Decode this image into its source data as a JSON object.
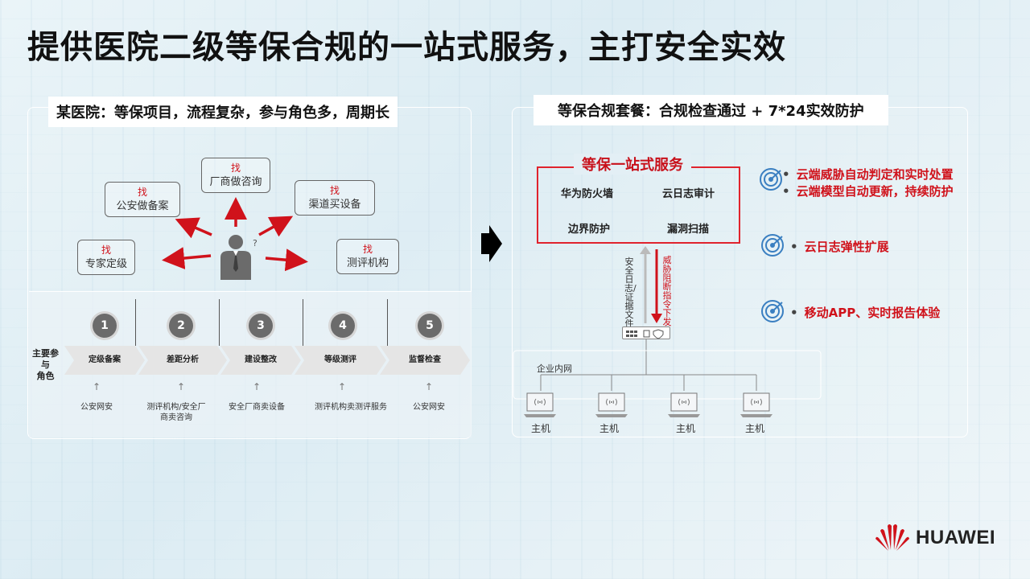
{
  "title": "提供医院二级等保合规的一站式服务，主打安全实效",
  "left": {
    "header": "某医院：等保项目，流程复杂，参与角色多，周期长",
    "find": "找",
    "bubbles": [
      "厂商做咨询",
      "公安做备案",
      "渠道买设备",
      "专家定级",
      "测评机构"
    ],
    "question": "?",
    "main_label": [
      "主要参",
      "与",
      "角色"
    ],
    "steps": [
      {
        "num": "1",
        "name": "定级备案",
        "role": "公安网安"
      },
      {
        "num": "2",
        "name": "差距分析",
        "role": "测评机构/安全厂商卖咨询"
      },
      {
        "num": "3",
        "name": "建设整改",
        "role": "安全厂商卖设备"
      },
      {
        "num": "4",
        "name": "等级测评",
        "role": "测评机构卖测评服务"
      },
      {
        "num": "5",
        "name": "监督检查",
        "role": "公安网安"
      }
    ],
    "up": "↑"
  },
  "right": {
    "header": "等保合规套餐：合规检查通过 +  7*24实效防护",
    "box_title": "等保一站式服务",
    "services": [
      "华为防火墙",
      "云日志审计",
      "边界防护",
      "漏洞扫描"
    ],
    "flow_up": "安全日志/证据文件",
    "flow_down": "威胁阻断指令下发",
    "features": [
      [
        "云端威胁自动判定和实时处置",
        "云端模型自动更新，持续防护"
      ],
      [
        "云日志弹性扩展"
      ],
      [
        "移动APP、实时报告体验"
      ]
    ],
    "bullet": "•",
    "network_label": "企业内网",
    "host_label": "主机"
  },
  "brand": "HUAWEI",
  "colors": {
    "accent_red": "#d0121b",
    "target_blue": "#3a7fc1"
  }
}
